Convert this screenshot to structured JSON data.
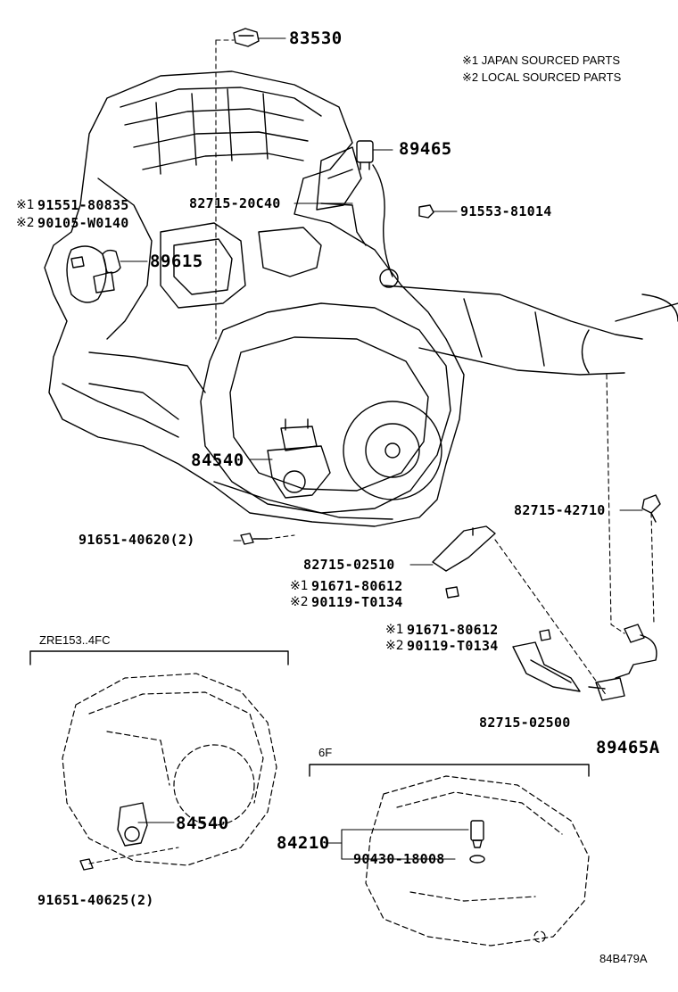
{
  "notes": {
    "japan": "※1 JAPAN SOURCED PARTS",
    "local": "※2 LOCAL SOURCED PARTS"
  },
  "marks": {
    "m1": "※1",
    "m2": "※2"
  },
  "parts": {
    "p83530": "83530",
    "p89465": "89465",
    "p82715_20C40": "82715-20C40",
    "p91553_81014": "91553-81014",
    "p91551_80835": "91551-80835",
    "p90105_W0140": "90105-W0140",
    "p89615": "89615",
    "p84540_top": "84540",
    "p91651_40620": "91651-40620(2)",
    "p82715_42710": "82715-42710",
    "p82715_02510": "82715-02510",
    "p91671_80612_a": "91671-80612",
    "p90119_T0134_a": "90119-T0134",
    "p91671_80612_b": "91671-80612",
    "p90119_T0134_b": "90119-T0134",
    "p82715_02500": "82715-02500",
    "p89465A": "89465A",
    "p84540_bottom": "84540",
    "p91651_40625": "91651-40625(2)",
    "p84210": "84210",
    "p90430_18008": "90430-18008"
  },
  "groups": {
    "zre": "ZRE153..4FC",
    "sixf": "6F"
  },
  "diagram_id": "84B479A"
}
